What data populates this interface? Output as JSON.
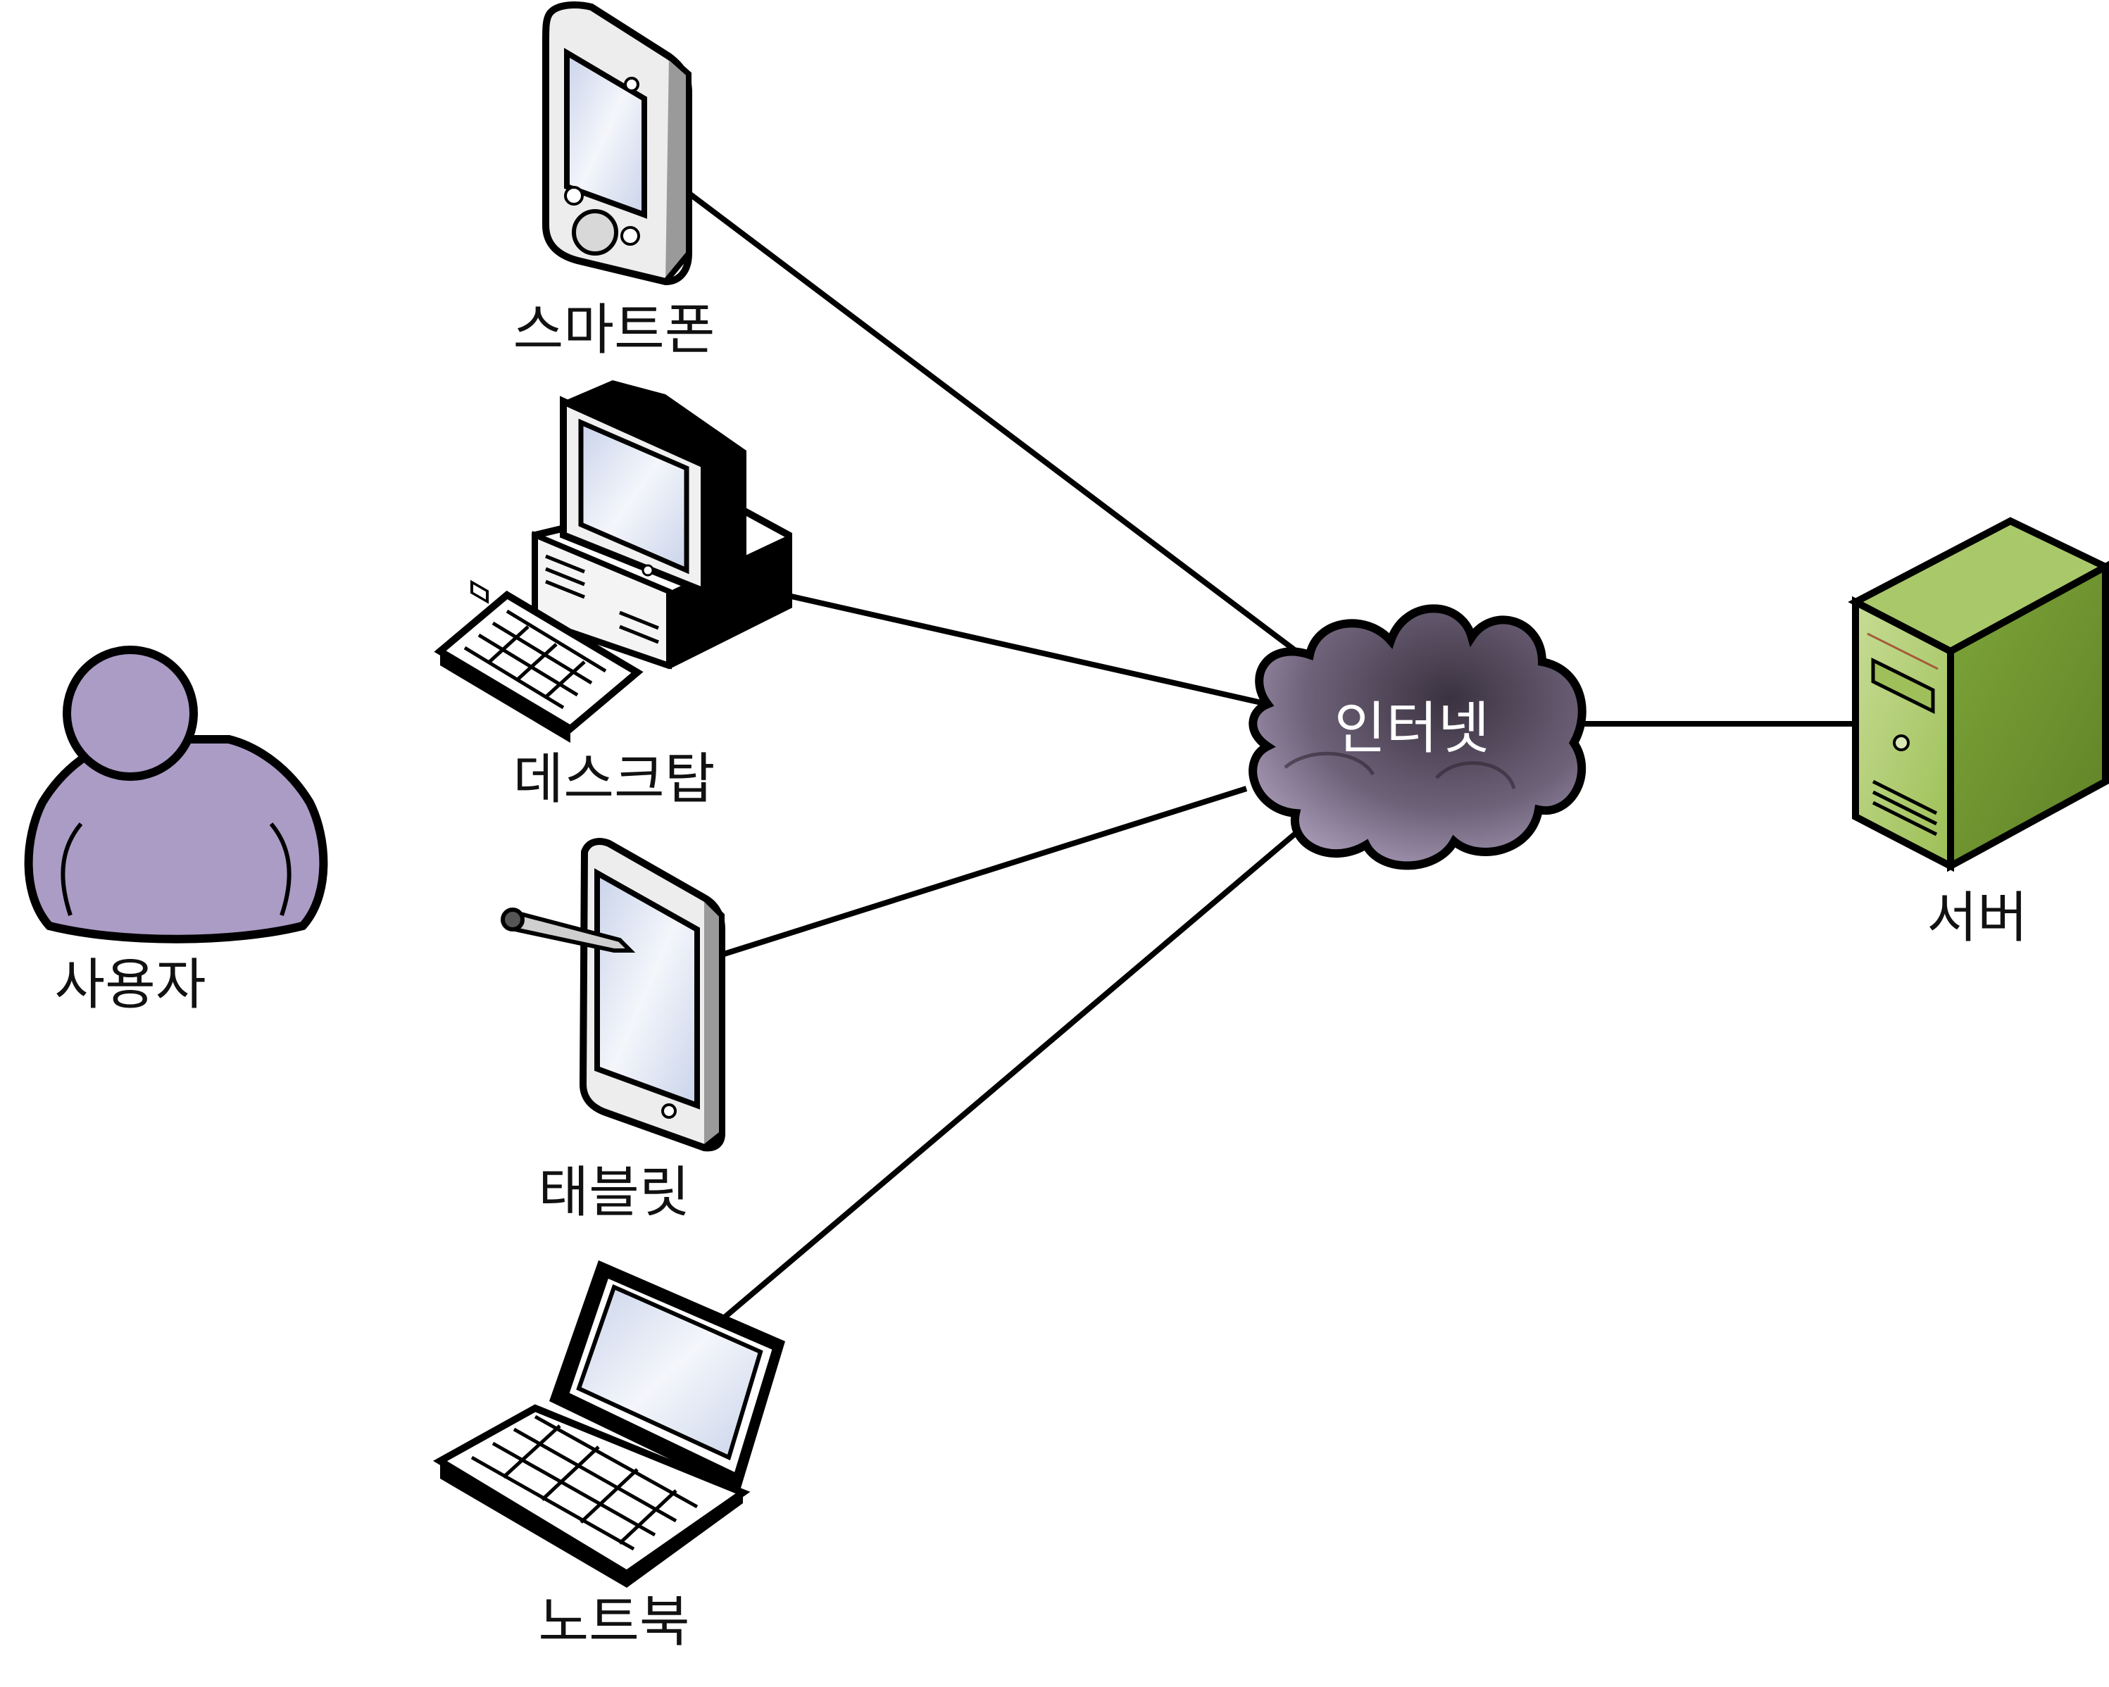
{
  "nodes": {
    "user": {
      "label": "사용자",
      "icon": "user-icon",
      "color": "#ab9cc5"
    },
    "smartphone": {
      "label": "스마트폰",
      "icon": "smartphone-icon"
    },
    "desktop": {
      "label": "데스크탑",
      "icon": "desktop-computer-icon"
    },
    "tablet": {
      "label": "태블릿",
      "icon": "tablet-with-stylus-icon"
    },
    "notebook": {
      "label": "노트북",
      "icon": "laptop-icon"
    },
    "internet": {
      "label": "인터넷",
      "icon": "cloud-icon",
      "color": "#6b5f78"
    },
    "server": {
      "label": "서버",
      "icon": "server-tower-icon",
      "color": "#8fb24d"
    }
  },
  "edges": [
    {
      "from": "smartphone",
      "to": "internet"
    },
    {
      "from": "desktop",
      "to": "internet"
    },
    {
      "from": "tablet",
      "to": "internet"
    },
    {
      "from": "notebook",
      "to": "internet"
    },
    {
      "from": "internet",
      "to": "server"
    }
  ],
  "colors": {
    "screen": "#dce3f2",
    "device_body": "#f2f2f2",
    "outline": "#000000",
    "connector": "#000000"
  }
}
